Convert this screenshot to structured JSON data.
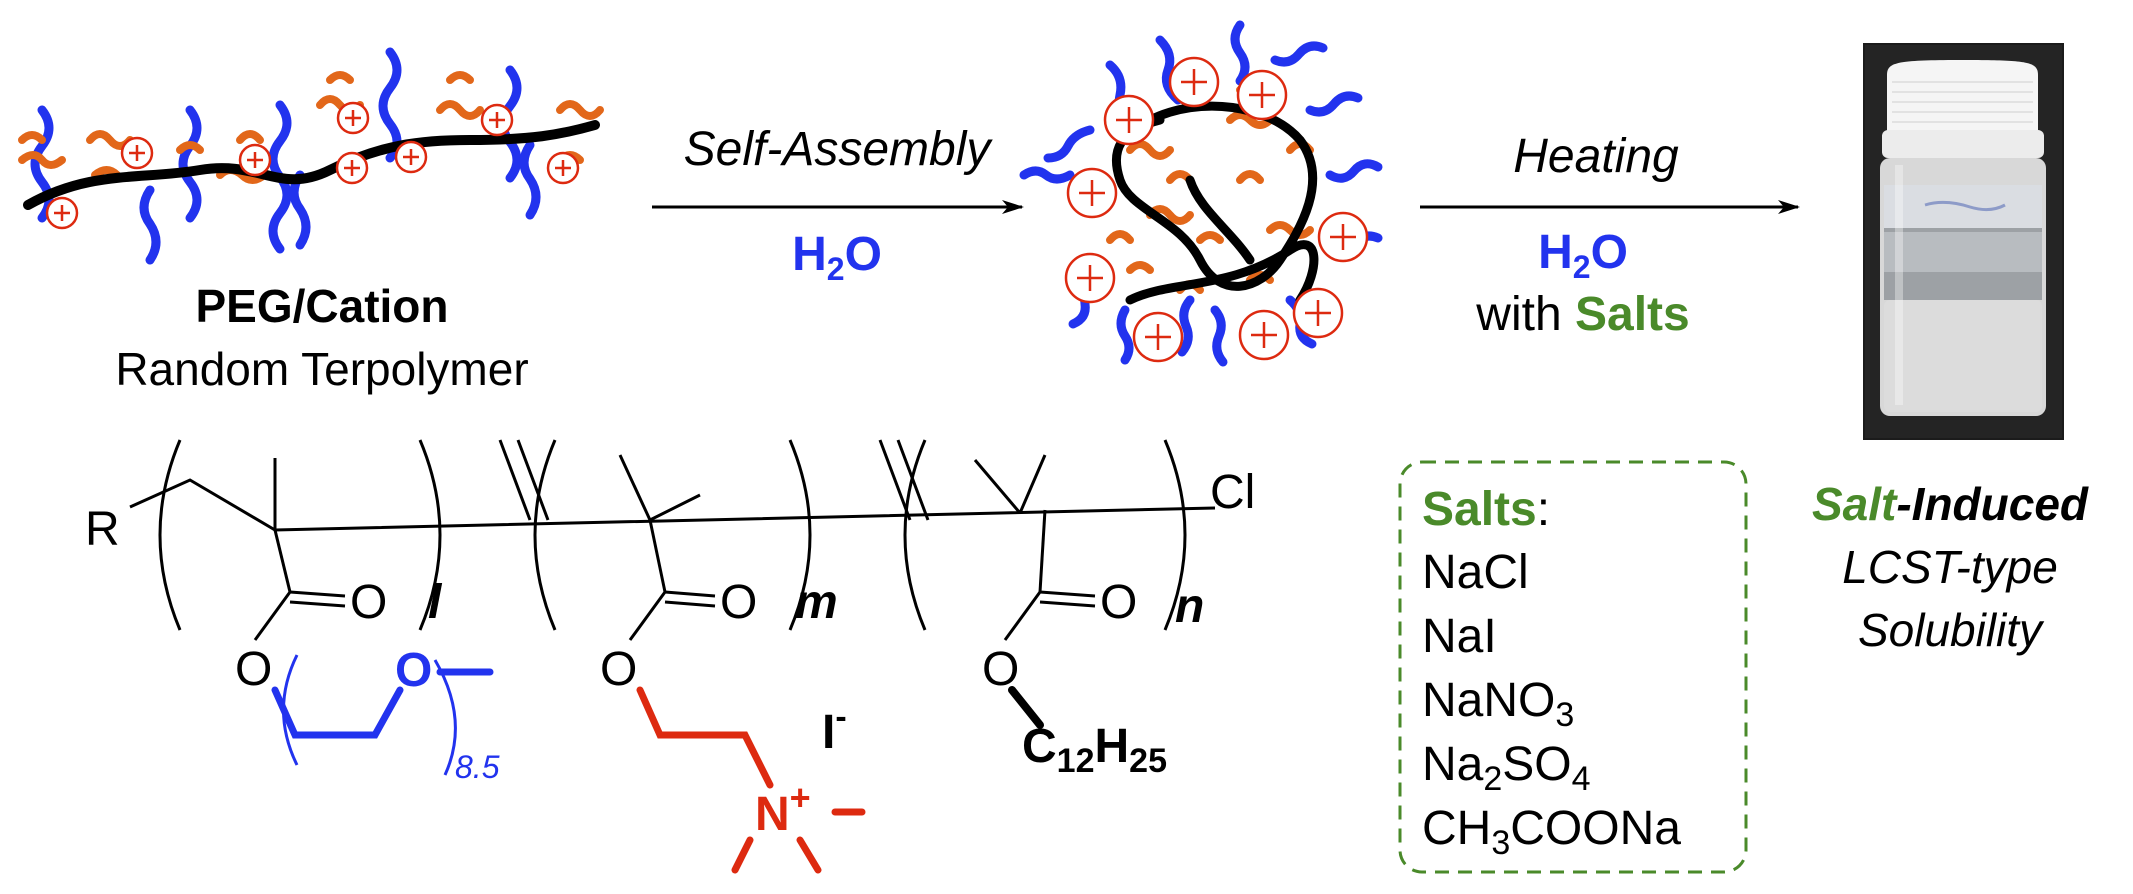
{
  "polymer": {
    "name_bold": "PEG/Cation",
    "name_regular": "Random Terpolymer"
  },
  "arrow1": {
    "label": "Self-Assembly",
    "solvent": "H",
    "solvent_sub": "2",
    "solvent_tail": "O"
  },
  "arrow2": {
    "label": "Heating",
    "solvent": "H",
    "solvent_sub": "2",
    "solvent_tail": "O",
    "with": "with ",
    "salts": "Salts"
  },
  "salts_box": {
    "title": "Salts",
    "colon": ":",
    "items": [
      {
        "main": "NaCl"
      },
      {
        "main": "NaI"
      },
      {
        "main": "NaNO",
        "sub": "3"
      },
      {
        "pre": "Na",
        "sub1": "2",
        "mid": "SO",
        "sub2": "4"
      },
      {
        "pre": "CH",
        "sub1": "3",
        "mid": "COONa"
      }
    ]
  },
  "result": {
    "salt": "Salt",
    "induced": "-Induced",
    "line2": "LCST-type",
    "line3": "Solubility"
  },
  "structure": {
    "r_group": "R",
    "end_group": "Cl",
    "carbonyl_o": "O",
    "ester_o": "O",
    "index_l": "l",
    "index_m": "m",
    "index_n": "n",
    "peg_o": "O",
    "peg_repeat": "8.5",
    "counter_ion": "I",
    "counter_charge": "-",
    "ammonium_n": "N",
    "ammonium_charge": "+",
    "alkyl_c": "C",
    "alkyl_c_sub": "12",
    "alkyl_h": "H",
    "alkyl_h_sub": "25"
  },
  "colors": {
    "peg_blue": "#2233ee",
    "cation_red": "#dd2a10",
    "charge_orange": "#e2671a",
    "salt_green": "#4a8a2a",
    "backbone": "#000000"
  }
}
